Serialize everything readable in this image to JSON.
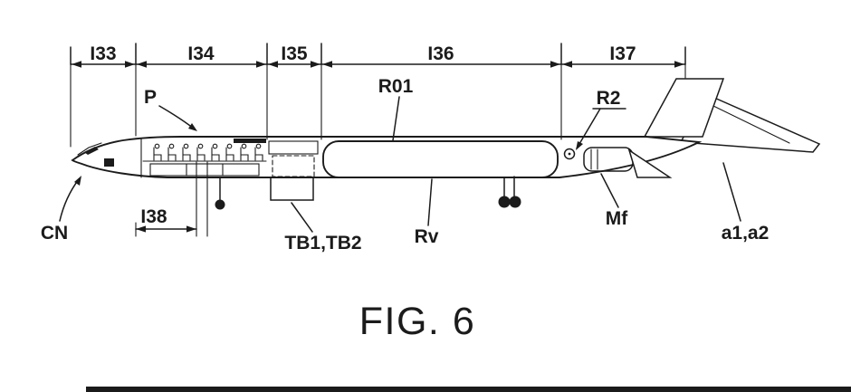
{
  "page": {
    "background": "#ffffff",
    "line_color": "#1b1b1b"
  },
  "figure_caption": "FIG. 6",
  "dimension_labels": {
    "i33": "I33",
    "i34": "I34",
    "i35": "I35",
    "i36": "I36",
    "i37": "I37",
    "i38": "I38"
  },
  "callout_labels": {
    "cn": "CN",
    "p": "P",
    "r01": "R01",
    "r2": "R2",
    "tb1_tb2": "TB1,TB2",
    "rv": "Rv",
    "mf": "Mf",
    "a1_a2": "a1,a2"
  }
}
